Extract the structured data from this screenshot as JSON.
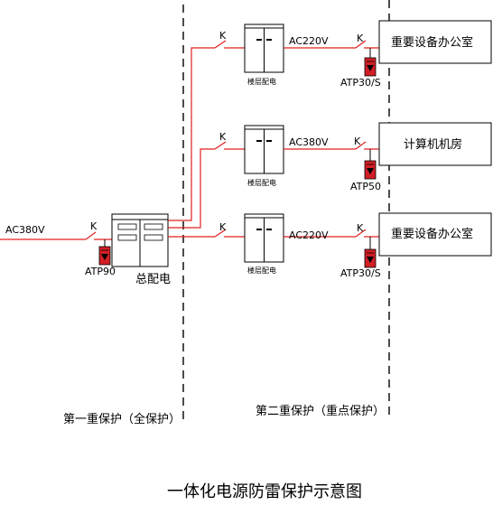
{
  "diagram": {
    "title": "一体化电源防雷保护示意图",
    "zones": {
      "first": "第一重保护（全保护）",
      "second": "第二重保护（重点保护）"
    },
    "main_input": {
      "voltage": "AC380V",
      "switch": "K",
      "protector": "ATP90",
      "cabinet": "总配电"
    },
    "branches": [
      {
        "switch_in": "K",
        "cabinet": "楼层配电",
        "voltage": "AC220V",
        "switch_out": "K",
        "protector": "ATP30/S",
        "destination": "重要设备办公室"
      },
      {
        "switch_in": "K",
        "cabinet": "楼层配电",
        "voltage": "AC380V",
        "switch_out": "K",
        "protector": "ATP50",
        "destination": "计算机机房"
      },
      {
        "switch_in": "K",
        "cabinet": "楼层配电",
        "voltage": "AC220V",
        "switch_out": "K",
        "protector": "ATP30/S",
        "destination": "重要设备办公室"
      }
    ],
    "colors": {
      "wire": "#e0201f",
      "protector": "#d11f26",
      "line": "#000000"
    }
  }
}
